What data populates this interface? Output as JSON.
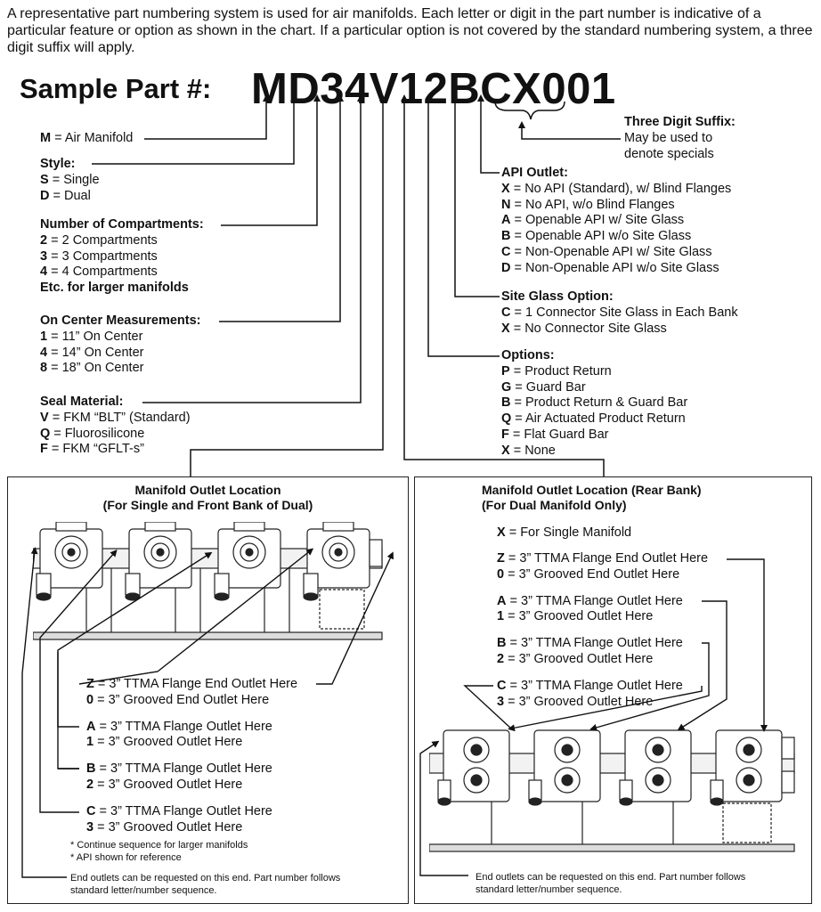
{
  "intro": "A representative part numbering system is used for air manifolds.  Each letter or digit in the part number is indicative of a particular feature or option as shown in the chart.  If a particular option is not covered by the standard numbering system, a three digit suffix will apply.",
  "sample_label": "Sample Part #:",
  "part_number": "MD34V12BCX001",
  "suffix": [
    "Three Digit Suffix:",
    "May be used to",
    "denote specials"
  ],
  "manifold": {
    "code": "M",
    "text": " = Air Manifold"
  },
  "style": {
    "heading": "Style:",
    "items": [
      {
        "code": "S",
        "text": " = Single"
      },
      {
        "code": "D",
        "text": " = Dual"
      }
    ]
  },
  "compartments": {
    "heading": "Number of Compartments:",
    "items": [
      {
        "code": "2",
        "text": " = 2 Compartments"
      },
      {
        "code": "3",
        "text": " = 3 Compartments"
      },
      {
        "code": "4",
        "text": " = 4 Compartments"
      }
    ],
    "note": "Etc. for larger manifolds"
  },
  "center": {
    "heading": "On Center Measurements:",
    "items": [
      {
        "code": "1",
        "text": " = 11” On Center"
      },
      {
        "code": "4",
        "text": " = 14” On Center"
      },
      {
        "code": "8",
        "text": " = 18” On Center"
      }
    ]
  },
  "seal": {
    "heading": "Seal Material:",
    "items": [
      {
        "code": "V",
        "text": " = FKM “BLT” (Standard)"
      },
      {
        "code": "Q",
        "text": " = Fluorosilicone"
      },
      {
        "code": "F",
        "text": " = FKM “GFLT-s”"
      }
    ]
  },
  "api": {
    "heading": "API Outlet:",
    "items": [
      {
        "code": "X",
        "text": " = No API (Standard), w/ Blind Flanges"
      },
      {
        "code": "N",
        "text": " = No API, w/o Blind Flanges"
      },
      {
        "code": "A",
        "text": " = Openable API w/ Site Glass"
      },
      {
        "code": "B",
        "text": " = Openable API w/o Site Glass"
      },
      {
        "code": "C",
        "text": " = Non-Openable API w/ Site Glass"
      },
      {
        "code": "D",
        "text": " = Non-Openable API w/o Site Glass"
      }
    ]
  },
  "site_glass": {
    "heading": "Site Glass Option:",
    "items": [
      {
        "code": "C",
        "text": " = 1 Connector Site Glass in Each Bank"
      },
      {
        "code": "X",
        "text": " = No Connector Site Glass"
      }
    ]
  },
  "options": {
    "heading": "Options:",
    "items": [
      {
        "code": "P",
        "text": " = Product Return"
      },
      {
        "code": "G",
        "text": " = Guard Bar"
      },
      {
        "code": "B",
        "text": " = Product Return & Guard Bar"
      },
      {
        "code": "Q",
        "text": " = Air Actuated Product Return"
      },
      {
        "code": "F",
        "text": " = Flat Guard Bar"
      },
      {
        "code": "X",
        "text": " = None"
      }
    ]
  },
  "front_box": {
    "title": [
      "Manifold Outlet Location",
      "(For Single and Front Bank of Dual)"
    ],
    "groups": [
      [
        {
          "code": "Z",
          "text": " = 3” TTMA Flange End Outlet Here"
        },
        {
          "code": "0",
          "text": " = 3” Grooved End Outlet Here"
        }
      ],
      [
        {
          "code": "A",
          "text": " = 3” TTMA Flange Outlet Here"
        },
        {
          "code": "1",
          "text": " = 3” Grooved Outlet Here"
        }
      ],
      [
        {
          "code": "B",
          "text": " = 3” TTMA Flange Outlet Here"
        },
        {
          "code": "2",
          "text": " = 3” Grooved Outlet Here"
        }
      ],
      [
        {
          "code": "C",
          "text": " = 3” TTMA Flange Outlet Here"
        },
        {
          "code": "3",
          "text": " = 3” Grooved Outlet Here"
        }
      ]
    ],
    "notes": [
      "* Continue sequence for larger manifolds",
      "* API shown for reference"
    ],
    "end_note": [
      "End outlets can be requested on this end. Part number follows",
      "standard letter/number sequence."
    ]
  },
  "rear_box": {
    "title": [
      "Manifold Outlet Location (Rear Bank)",
      "(For Dual Manifold Only)"
    ],
    "single": {
      "code": "X",
      "text": " = For Single Manifold"
    },
    "groups": [
      [
        {
          "code": "Z",
          "text": " = 3” TTMA Flange End Outlet Here"
        },
        {
          "code": "0",
          "text": " = 3” Grooved End Outlet Here"
        }
      ],
      [
        {
          "code": "A",
          "text": " = 3” TTMA Flange Outlet Here"
        },
        {
          "code": "1",
          "text": " = 3” Grooved Outlet Here"
        }
      ],
      [
        {
          "code": "B",
          "text": " = 3” TTMA Flange Outlet Here"
        },
        {
          "code": "2",
          "text": " = 3” Grooved Outlet Here"
        }
      ],
      [
        {
          "code": "C",
          "text": " = 3” TTMA Flange Outlet Here"
        },
        {
          "code": "3",
          "text": " = 3” Grooved Outlet Here"
        }
      ]
    ],
    "end_note": [
      "End outlets can be requested on this end. Part number follows",
      "standard letter/number sequence."
    ]
  }
}
